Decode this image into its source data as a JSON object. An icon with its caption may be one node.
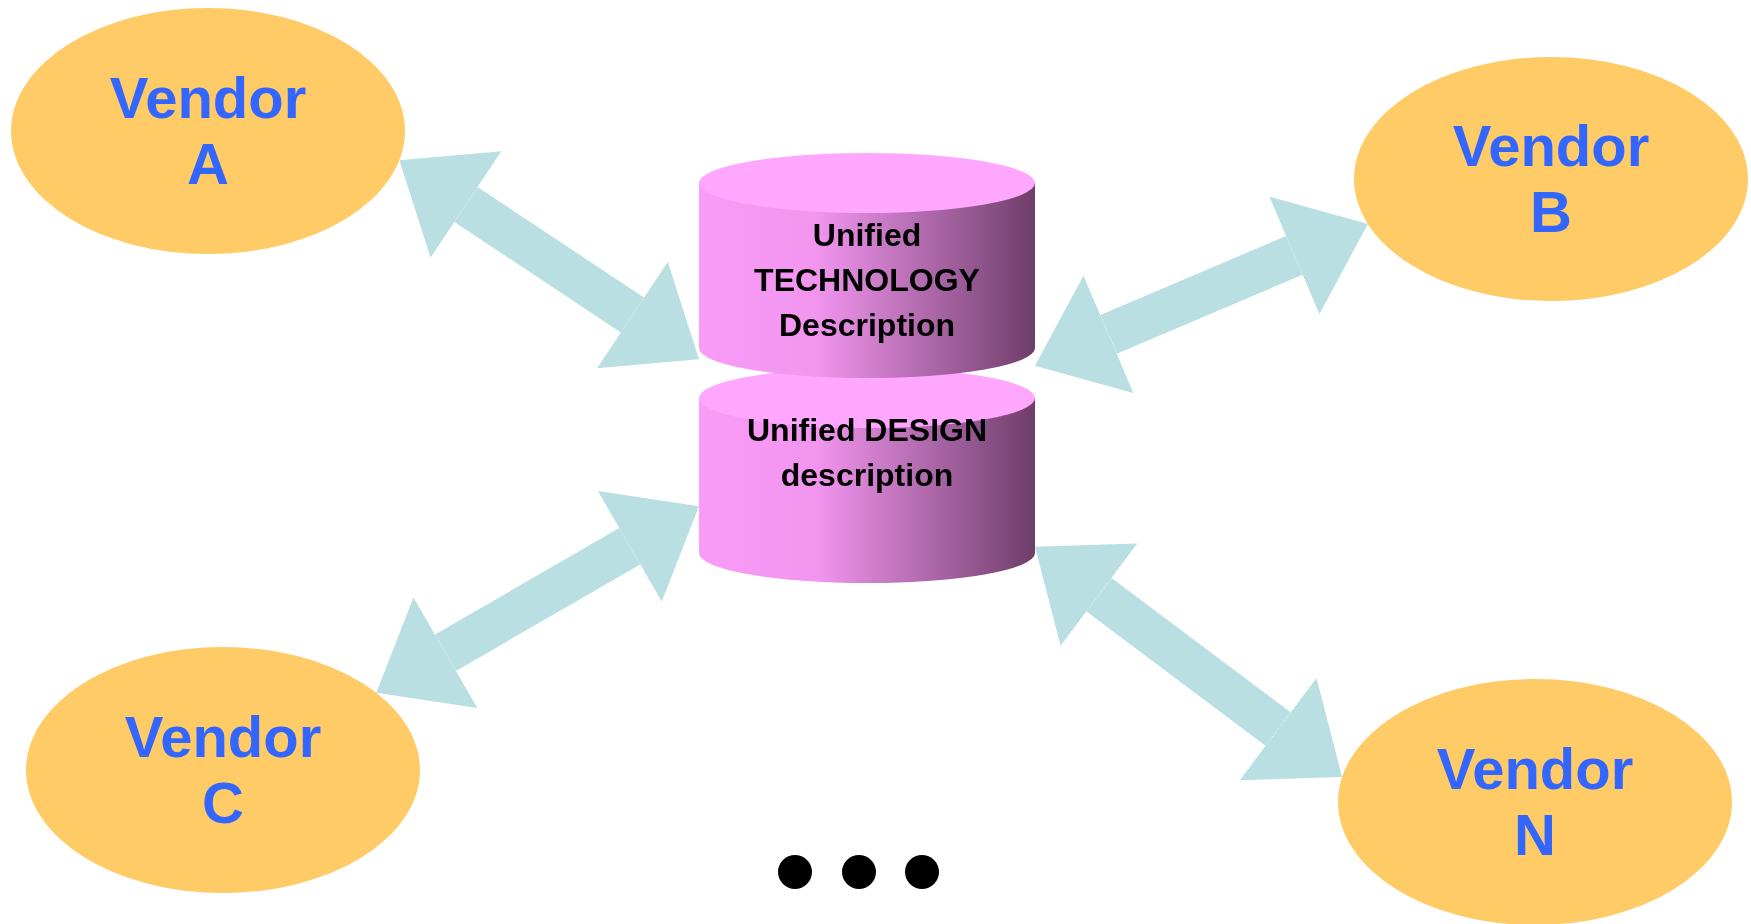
{
  "diagram": {
    "nodes": [
      {
        "text": [
          "Vendor A"
        ]
      },
      {
        "text": [
          "Unified TECHNOLOGY Description"
        ]
      },
      {
        "text": [
          "Vendor B"
        ]
      },
      {
        "text": [
          "Unified DESIGN description"
        ]
      },
      {
        "text": [
          "Vendor C"
        ]
      },
      {
        "text": [
          "Vendor N"
        ]
      }
    ],
    "edges": [
      {
        "from": 0,
        "to": 1,
        "arrow": "both"
      },
      {
        "from": 2,
        "to": 1,
        "arrow": "both"
      },
      {
        "from": 4,
        "to": 3,
        "arrow": "both"
      },
      {
        "from": 5,
        "to": 3,
        "arrow": "both"
      }
    ]
  }
}
